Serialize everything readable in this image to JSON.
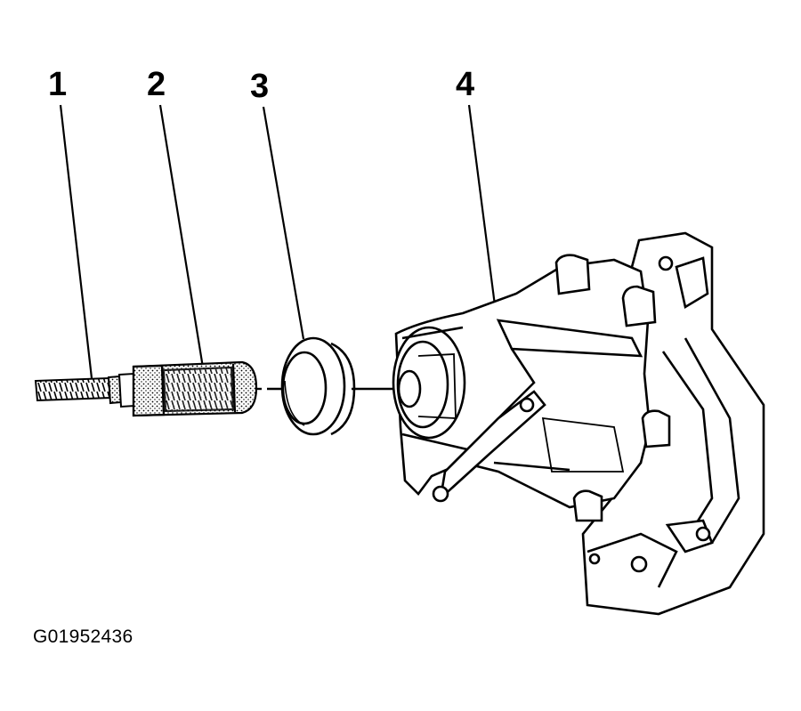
{
  "callouts": [
    {
      "id": "1",
      "label": "1"
    },
    {
      "id": "2",
      "label": "2"
    },
    {
      "id": "3",
      "label": "3"
    },
    {
      "id": "4",
      "label": "4"
    }
  ],
  "figure_id": "G01952436",
  "colors": {
    "line": "#000000",
    "background": "#ffffff"
  }
}
